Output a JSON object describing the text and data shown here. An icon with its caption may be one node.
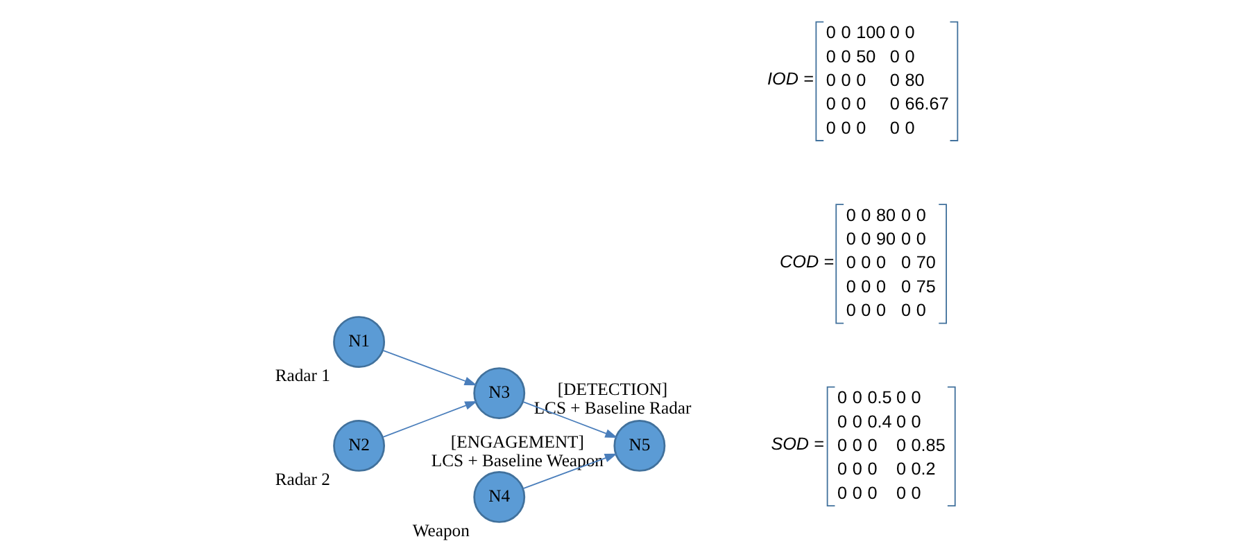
{
  "diagram": {
    "nodes": [
      {
        "text": [
          "N1"
        ],
        "beside": [
          "Radar 1"
        ]
      },
      {
        "text": [
          "N2"
        ],
        "beside": [
          "Radar 2"
        ]
      },
      {
        "text": [
          "N3"
        ],
        "beside": [
          "[DETECTION]",
          "LCS + Baseline Radar"
        ]
      },
      {
        "text": [
          "N4"
        ],
        "beside": [
          "Weapon"
        ]
      },
      {
        "text": [
          "N5"
        ],
        "beside": [
          "[ENGAGEMENT]",
          "LCS + Baseline Weapon"
        ]
      }
    ],
    "edges": [
      {
        "from": 0,
        "to": 2,
        "arrow": "to"
      },
      {
        "from": 1,
        "to": 2,
        "arrow": "to"
      },
      {
        "from": 2,
        "to": 4,
        "arrow": "to"
      },
      {
        "from": 3,
        "to": 4,
        "arrow": "to"
      }
    ],
    "labels": [
      "SOD =",
      "0",
      "0",
      "0.5",
      "0",
      "0",
      "0",
      "0",
      "0.4",
      "0",
      "0",
      "0",
      "0",
      "0",
      "0",
      "0.85",
      "0",
      "0",
      "0",
      "0",
      "0.2",
      "0",
      "0",
      "0",
      "0",
      "0",
      "COD =",
      "0",
      "0",
      "80",
      "0",
      "0",
      "0",
      "0",
      "90",
      "0",
      "0",
      "0",
      "0",
      "0",
      "0",
      "70",
      "0",
      "0",
      "0",
      "0",
      "75",
      "0",
      "0",
      "0",
      "0",
      "0",
      "IOD =",
      "0",
      "0",
      "100",
      "0",
      "0",
      "0",
      "0",
      "50",
      "0",
      "0",
      "0",
      "0",
      "0",
      "0",
      "80",
      "0",
      "0",
      "0",
      "0",
      "66.67",
      "0",
      "0",
      "0",
      "0",
      "0"
    ]
  }
}
